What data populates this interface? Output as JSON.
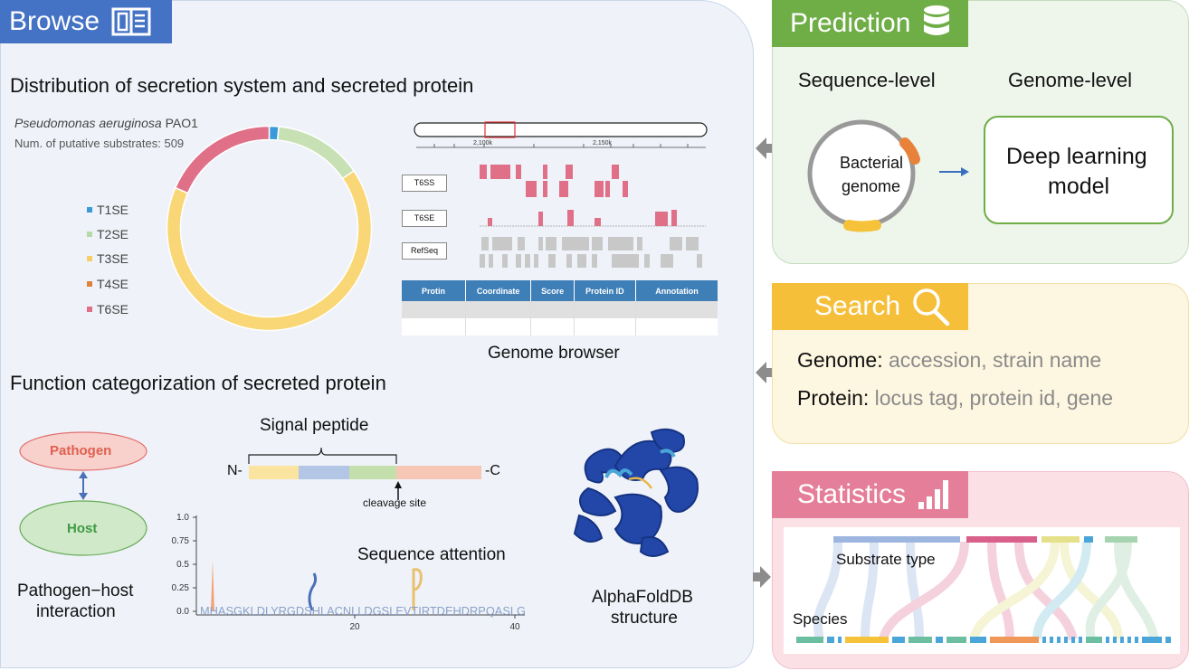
{
  "browse": {
    "tab_label": "Browse",
    "dist_title": "Distribution of secretion system and secreted protein",
    "organism_italic": "Pseudomonas aeruginosa",
    "organism_strain": "PAO1",
    "substrates_text": "Num. of putative substrates: 509",
    "legend": [
      {
        "label": "T1SE",
        "color": "#3a9ad9"
      },
      {
        "label": "T2SE",
        "color": "#b7d9a6"
      },
      {
        "label": "T3SE",
        "color": "#f5d06a"
      },
      {
        "label": "T4SE",
        "color": "#e0823a"
      },
      {
        "label": "T6SE",
        "color": "#e07088"
      }
    ],
    "genome_browser": {
      "tick_labels": [
        "2,100k",
        "2,150k"
      ],
      "tracks": [
        "T6SS",
        "T6SE",
        "RefSeq"
      ],
      "table_headers": [
        "Protin",
        "Coordinate",
        "Score",
        "Protein ID",
        "Annotation"
      ],
      "caption": "Genome browser"
    },
    "func_title": "Function categorization of secreted protein",
    "pathogen_label": "Pathogen",
    "host_label": "Host",
    "interaction_line1": "Pathogen−host",
    "interaction_line2": "interaction",
    "signal_peptide_label": "Signal peptide",
    "n_term": "N-",
    "c_term": "-C",
    "cleavage_label": "cleavage site",
    "attention_title": "Sequence attention",
    "y_ticks": [
      "1.0",
      "0.75",
      "0.5",
      "0.25",
      "0.0"
    ],
    "x_ticks": [
      "20",
      "40"
    ],
    "sequence_text": "MHASGKLDLYRGDSHLACNLLDGSLEVTIRTDEHDRPQASLG",
    "alphafold_line1": "AlphaFoldDB",
    "alphafold_line2": "structure"
  },
  "chart_data": {
    "type": "pie",
    "categories": [
      "T1SE",
      "T2SE",
      "T3SE",
      "T4SE",
      "T6SE"
    ],
    "values": [
      1.5,
      14,
      66,
      0,
      18.5
    ],
    "colors": [
      "#3a9ad9",
      "#c7e0b4",
      "#f9d776",
      "#e0823a",
      "#e07088"
    ]
  },
  "prediction": {
    "tab_label": "Prediction",
    "seq_level": "Sequence-level",
    "genome_level": "Genome-level",
    "genome_line1": "Bacterial",
    "genome_line2": "genome",
    "model_line1": "Deep learning",
    "model_line2": "model"
  },
  "search": {
    "tab_label": "Search",
    "genome_key": "Genome:",
    "genome_val": "accession, strain name",
    "protein_key": "Protein:",
    "protein_val": "locus tag, protein id, gene"
  },
  "statistics": {
    "tab_label": "Statistics",
    "substrate_label": "Substrate type",
    "species_label": "Species"
  }
}
